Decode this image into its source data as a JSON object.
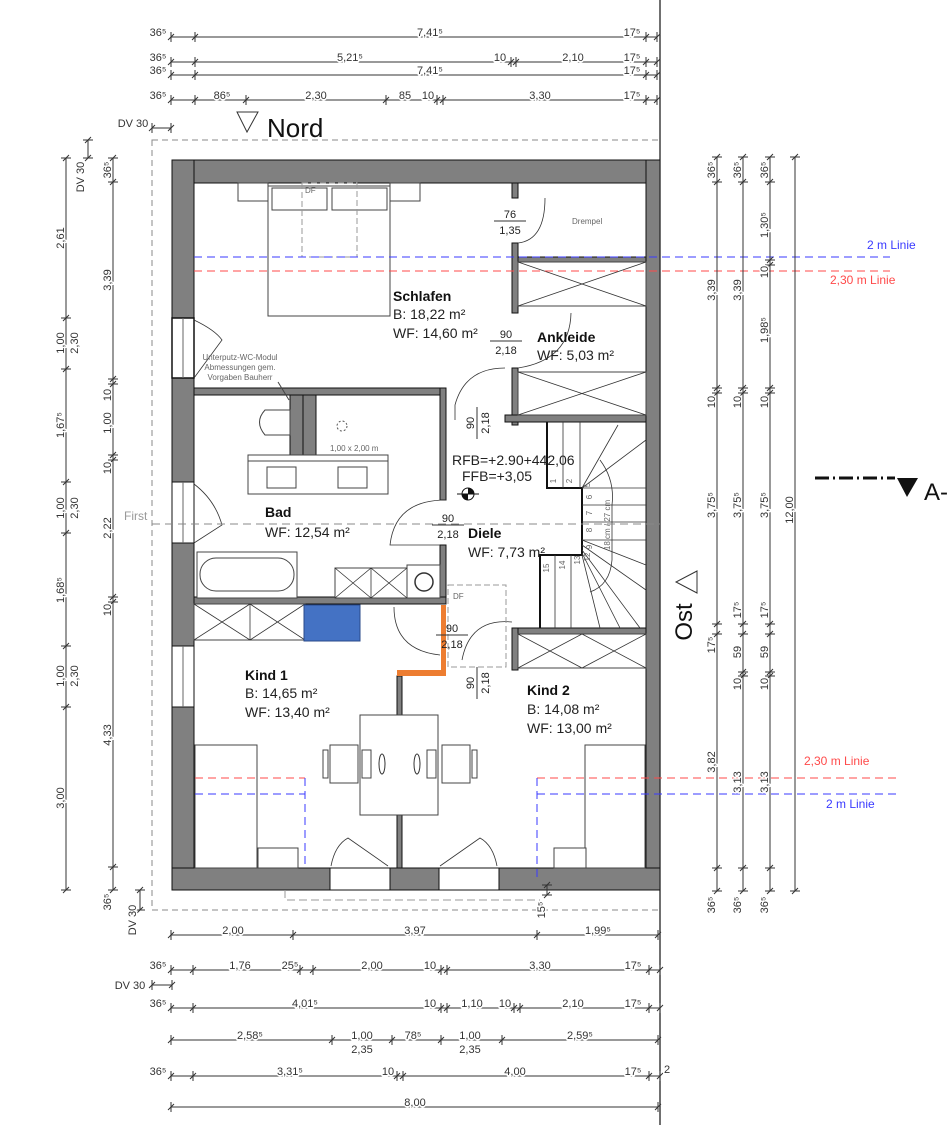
{
  "title": {
    "north": "Nord",
    "east": "Ost",
    "section": "A-",
    "first": "First"
  },
  "colors": {
    "wall": "#808080",
    "blue_line": "#3a3aff",
    "red_line": "#ff4a4a",
    "blue_fill": "#4472c4",
    "orange": "#ed7d31"
  },
  "lines": {
    "two_m": "2 m Linie",
    "two_thirty_m": "2,30 m Linie"
  },
  "rooms": {
    "schlafen": {
      "name": "Schlafen",
      "b": "B: 18,22 m²",
      "wf": "WF: 14,60 m²"
    },
    "ankleide": {
      "name": "Ankleide",
      "wf": "WF: 5,03 m²"
    },
    "bad": {
      "name": "Bad",
      "wf": "WF: 12,54 m²"
    },
    "diele": {
      "name": "Diele",
      "wf": "WF: 7,73 m²"
    },
    "kind1": {
      "name": "Kind 1",
      "b": "B: 14,65 m²",
      "wf": "WF: 13,40 m²"
    },
    "kind2": {
      "name": "Kind 2",
      "b": "B: 14,08 m²",
      "wf": "WF: 13,00 m²"
    }
  },
  "annotations": {
    "drempel": "Drempel",
    "wc_module": [
      "Unterputz-WC-Modul",
      "Abmessungen gem.",
      "Vorgaben Bauherr"
    ],
    "shower": "1,00 x 2,00 m",
    "rfb": "RFB=+2.90+442,06",
    "ffb": "FFB=+3,05",
    "df": "DF",
    "stair_rise": "18 cm / 27 cm",
    "stair_steps": [
      "1",
      "2",
      "5",
      "6",
      "7",
      "8",
      "9",
      "12",
      "13",
      "14",
      "15"
    ]
  },
  "doors": {
    "ankleide_top": [
      "76",
      "1,35"
    ],
    "ankleide": [
      "90",
      "2,18"
    ],
    "schlafen": [
      "90",
      "2,18"
    ],
    "bad": [
      "90",
      "2,18"
    ],
    "kind1": [
      "90",
      "2,18"
    ],
    "kind2": [
      "90",
      "2,18"
    ]
  },
  "dimensions": {
    "top": [
      [
        "36⁵",
        "7,41⁵",
        "17⁵"
      ],
      [
        "36⁵",
        "5,21⁵",
        "10",
        "2,10",
        "17⁵"
      ],
      [
        "36⁵",
        "7,41⁵",
        "17⁵"
      ],
      [
        "36⁵",
        "86⁵",
        "2,30",
        "85",
        "10",
        "3,30",
        "17⁵"
      ]
    ],
    "top_dv": "DV 30",
    "bottom": [
      [
        "2,00",
        "3,97",
        "1,99⁵"
      ],
      [
        "36⁵",
        "1,76",
        "25⁵",
        "2,00",
        "10",
        "3,30",
        "17⁵"
      ],
      [
        "36⁵",
        "4,01⁵",
        "10",
        "1,10",
        "10",
        "2,10",
        "17⁵"
      ],
      [
        "2,58⁵",
        "1,00",
        "2,35",
        "78⁵",
        "1,00",
        "2,35",
        "2,59⁵"
      ],
      [
        "36⁵",
        "3,31⁵",
        "10",
        "4,00",
        "17⁵",
        "2"
      ],
      [
        "8,00"
      ]
    ],
    "bottom_dv": "DV 30",
    "left": [
      [
        "2,61",
        "1,00",
        "2,30",
        "1,67⁵",
        "1,00",
        "2,30",
        "1,68⁵",
        "1,00",
        "2,30",
        "3,00"
      ],
      [
        "36⁵",
        "3,39",
        "10",
        "1,00",
        "10",
        "2,22",
        "10",
        "4,33",
        "36⁵"
      ]
    ],
    "left_dv_top": "DV 30",
    "left_dv_bottom": "DV 30",
    "right": [
      [
        "36⁵",
        "3,39",
        "10",
        "3,75⁵",
        "17⁵",
        "3,82",
        "36⁵"
      ],
      [
        "36⁵",
        "3,39",
        "10",
        "3,75⁵",
        "17⁵",
        "59",
        "10",
        "3,13",
        "36⁵"
      ],
      [
        "36⁵",
        "1,30⁵",
        "10",
        "1,98⁵",
        "10",
        "3,75⁵",
        "17⁵",
        "59",
        "10",
        "3,13",
        "36⁵"
      ],
      [
        "12,00"
      ]
    ],
    "stair_bottom": "15⁵"
  }
}
